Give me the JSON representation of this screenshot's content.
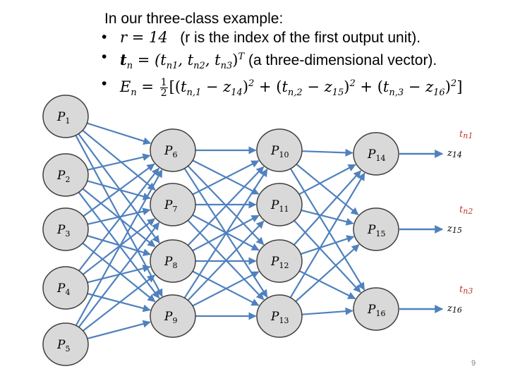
{
  "text": {
    "heading": "In our three-class example:",
    "bullet1": {
      "math": "r = 14",
      "rest": "(r is the index of the first output unit)."
    },
    "bullet2": {
      "lhs": "t",
      "lhs_sub": "n",
      "eq": "=",
      "vec": "(t",
      "s1": "n1",
      "s2": "n2",
      "s3": "n3",
      "tr": "T",
      "rest": "(a three-dimensional vector)."
    },
    "bullet3": {
      "lhs": "E",
      "lhs_sub": "n",
      "eq": "=",
      "num": "1",
      "den": "2",
      "t1": "t",
      "t1s": "n,1",
      "z1": "z",
      "z1s": "14",
      "t2": "t",
      "t2s": "n,2",
      "z2": "z",
      "z2s": "15",
      "t3": "t",
      "t3s": "n,3",
      "z3": "z",
      "z3s": "16",
      "pow": "2"
    },
    "bullet_char": "•",
    "page_number": "9"
  },
  "diagram": {
    "node_main_letter": "P",
    "nodes": [
      {
        "id": "p1",
        "sub": "1"
      },
      {
        "id": "p2",
        "sub": "2"
      },
      {
        "id": "p3",
        "sub": "3"
      },
      {
        "id": "p4",
        "sub": "4"
      },
      {
        "id": "p5",
        "sub": "5"
      },
      {
        "id": "p6",
        "sub": "6"
      },
      {
        "id": "p7",
        "sub": "7"
      },
      {
        "id": "p8",
        "sub": "8"
      },
      {
        "id": "p9",
        "sub": "9"
      },
      {
        "id": "p10",
        "sub": "10"
      },
      {
        "id": "p11",
        "sub": "11"
      },
      {
        "id": "p12",
        "sub": "12"
      },
      {
        "id": "p13",
        "sub": "13"
      },
      {
        "id": "p14",
        "sub": "14"
      },
      {
        "id": "p15",
        "sub": "15"
      },
      {
        "id": "p16",
        "sub": "16"
      }
    ],
    "targets": [
      {
        "t": "t",
        "t_sub": "n1",
        "z": "z",
        "z_sub": "14"
      },
      {
        "t": "t",
        "t_sub": "n2",
        "z": "z",
        "z_sub": "15"
      },
      {
        "t": "t",
        "t_sub": "n3",
        "z": "z",
        "z_sub": "16"
      }
    ],
    "colors": {
      "edge": "#4f81bd",
      "node_fill": "#d9d9d9",
      "node_stroke": "#404040",
      "target_text": "#c0392b"
    }
  }
}
